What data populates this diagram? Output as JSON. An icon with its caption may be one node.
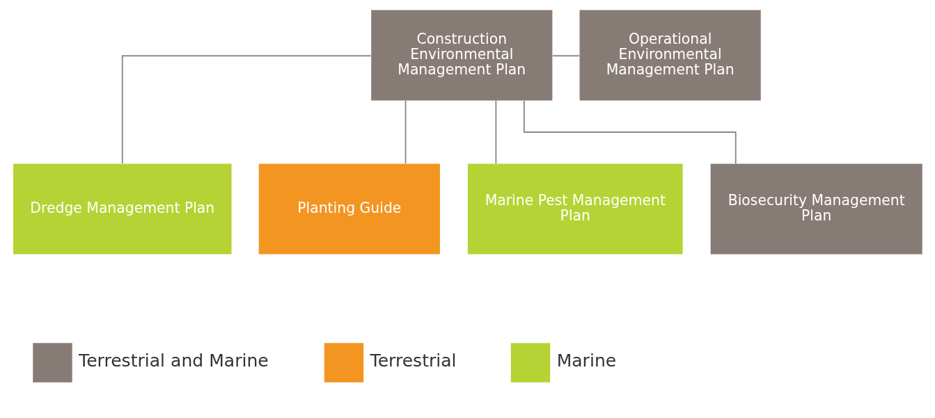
{
  "diagram": {
    "nodes": [
      {
        "text": [
          "Construction Environmental Management Plan"
        ]
      },
      {
        "text": [
          "Operational Environmental Management Plan"
        ]
      },
      {
        "text": [
          "Dredge Management Plan"
        ]
      },
      {
        "text": [
          "Planting Guide"
        ]
      },
      {
        "text": [
          "Marine Pest Management Plan"
        ]
      },
      {
        "text": [
          "Biosecurity Management Plan"
        ]
      }
    ],
    "edges": [
      {
        "from": 0,
        "to": 2,
        "arrow": "none"
      },
      {
        "from": 0,
        "to": 3,
        "arrow": "none"
      },
      {
        "from": 0,
        "to": 1,
        "arrow": "none"
      },
      {
        "from": 0,
        "to": 4,
        "arrow": "none"
      },
      {
        "from": 0,
        "to": 5,
        "arrow": "none"
      }
    ],
    "legend": [
      {
        "text": "Terrestrial and Marine",
        "color": "#877b75"
      },
      {
        "text": "Terrestrial",
        "color": "#f39521"
      },
      {
        "text": "Marine",
        "color": "#b5d334"
      }
    ]
  }
}
